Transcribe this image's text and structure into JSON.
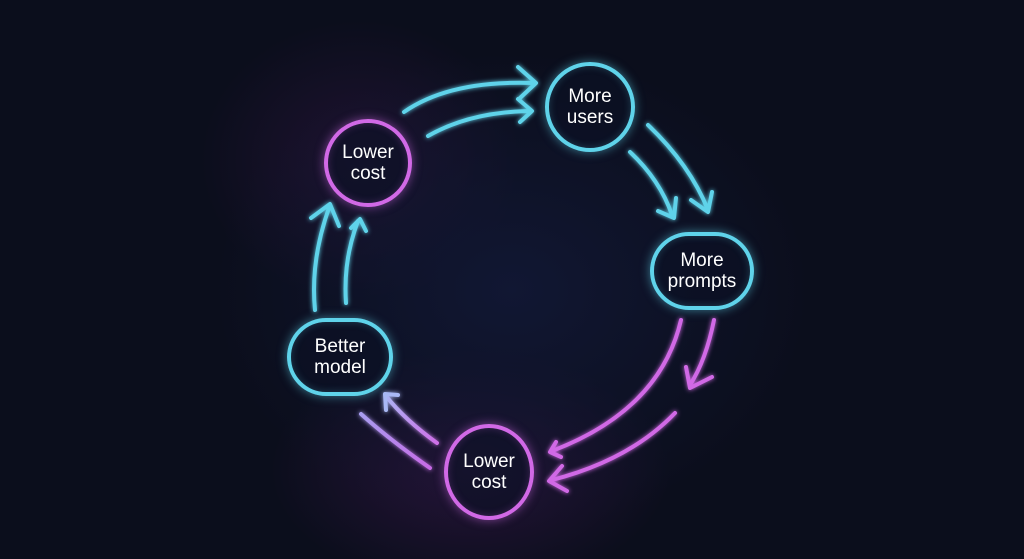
{
  "diagram": {
    "type": "cycle",
    "colors": {
      "background": "#0b0e1c",
      "cyan": "#5fd3ea",
      "pink": "#d169e6",
      "lavender": "#a9a6f0",
      "text": "#ffffff"
    },
    "nodes": [
      {
        "id": "lower-cost-top",
        "line1": "Lower",
        "line2": "cost",
        "color": "pink"
      },
      {
        "id": "more-users",
        "line1": "More",
        "line2": "users",
        "color": "cyan"
      },
      {
        "id": "more-prompts",
        "line1": "More",
        "line2": "prompts",
        "color": "cyan"
      },
      {
        "id": "lower-cost-bottom",
        "line1": "Lower",
        "line2": "cost",
        "color": "pink"
      },
      {
        "id": "better-model",
        "line1": "Better",
        "line2": "model",
        "color": "cyan"
      }
    ],
    "edges": [
      {
        "from": "lower-cost-top",
        "to": "more-users",
        "count": 2,
        "color": "cyan"
      },
      {
        "from": "more-users",
        "to": "more-prompts",
        "count": 2,
        "color": "cyan"
      },
      {
        "from": "more-prompts",
        "to": "lower-cost-bottom",
        "count": 2,
        "color": "pink"
      },
      {
        "from": "lower-cost-bottom",
        "to": "better-model",
        "count": 2,
        "color": "pink-to-lavender"
      },
      {
        "from": "better-model",
        "to": "lower-cost-top",
        "count": 2,
        "color": "cyan"
      }
    ]
  }
}
